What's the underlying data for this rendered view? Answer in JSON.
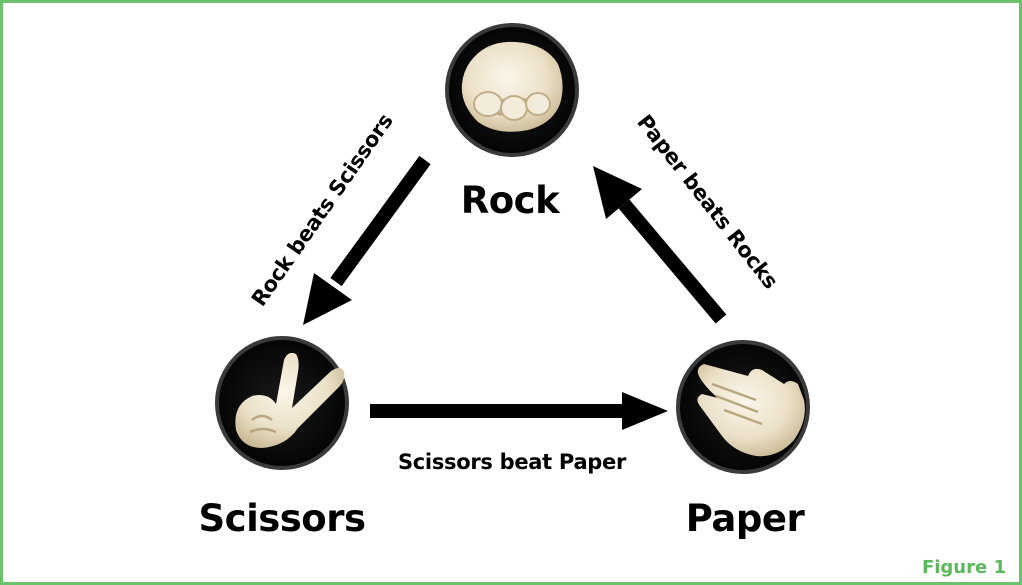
{
  "diagram": {
    "nodes": [
      {
        "id": "rock",
        "label": "Rock"
      },
      {
        "id": "scissors",
        "label": "Scissors"
      },
      {
        "id": "paper",
        "label": "Paper"
      }
    ],
    "edges": [
      {
        "from": "rock",
        "to": "scissors",
        "label": "Rock beats Scissors"
      },
      {
        "from": "scissors",
        "to": "paper",
        "label": "Scissors beat Paper"
      },
      {
        "from": "paper",
        "to": "rock",
        "label": "Paper beats Rocks"
      }
    ],
    "figure_label": "Figure 1"
  },
  "colors": {
    "frame_border": "#6cc26c",
    "figure_label": "#5cb85c",
    "arrow": "#000000",
    "circle_bg": "#000000",
    "glove": "#efe6d2"
  }
}
